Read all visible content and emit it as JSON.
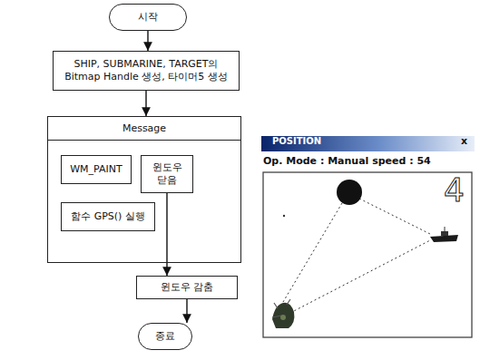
{
  "diagram": {
    "nodes": [
      {
        "text": [
          "시작"
        ]
      },
      {
        "text": [
          "SHIP, SUBMARINE, TARGET의 Bitmap Handle 생성, 타이머5 생성"
        ]
      },
      {
        "text": [
          "Message"
        ]
      },
      {
        "text": [
          "WM_PAINT"
        ],
        "in": 2
      },
      {
        "text": [
          "윈도우 닫음"
        ],
        "in": 2
      },
      {
        "text": [
          "함수 GPS() 실행"
        ],
        "in": 2
      },
      {
        "text": [
          "윈도우 감춤"
        ]
      },
      {
        "text": [
          "종료"
        ]
      }
    ],
    "edges": [
      {
        "from": 0,
        "to": 1,
        "arrow": "to"
      },
      {
        "from": 1,
        "to": 2,
        "arrow": "to"
      },
      {
        "from": 4,
        "to": 6,
        "arrow": "to"
      },
      {
        "from": 6,
        "to": 7,
        "arrow": "to"
      }
    ],
    "labels": [
      "POSITION",
      "x",
      "Op. Mode : Manual speed : 54",
      "4"
    ]
  }
}
